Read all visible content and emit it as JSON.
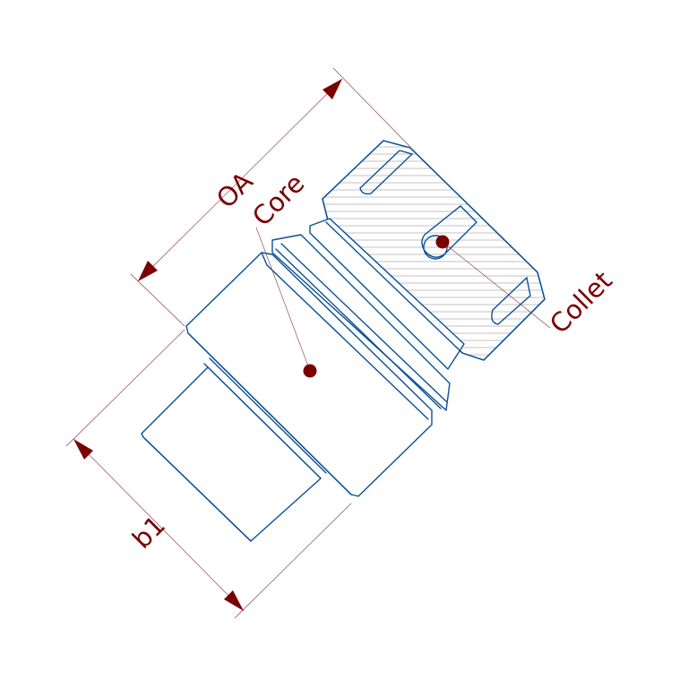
{
  "drawing": {
    "labels": {
      "core": "Core",
      "collet": "Collet",
      "overall_dimension": "OA",
      "body_dimension": "b1"
    },
    "colors": {
      "outline": "#0a4f96",
      "annotation": "#7a0000",
      "dimension_line": "#8a2a3a",
      "hatch": "#9a9a9a"
    }
  }
}
